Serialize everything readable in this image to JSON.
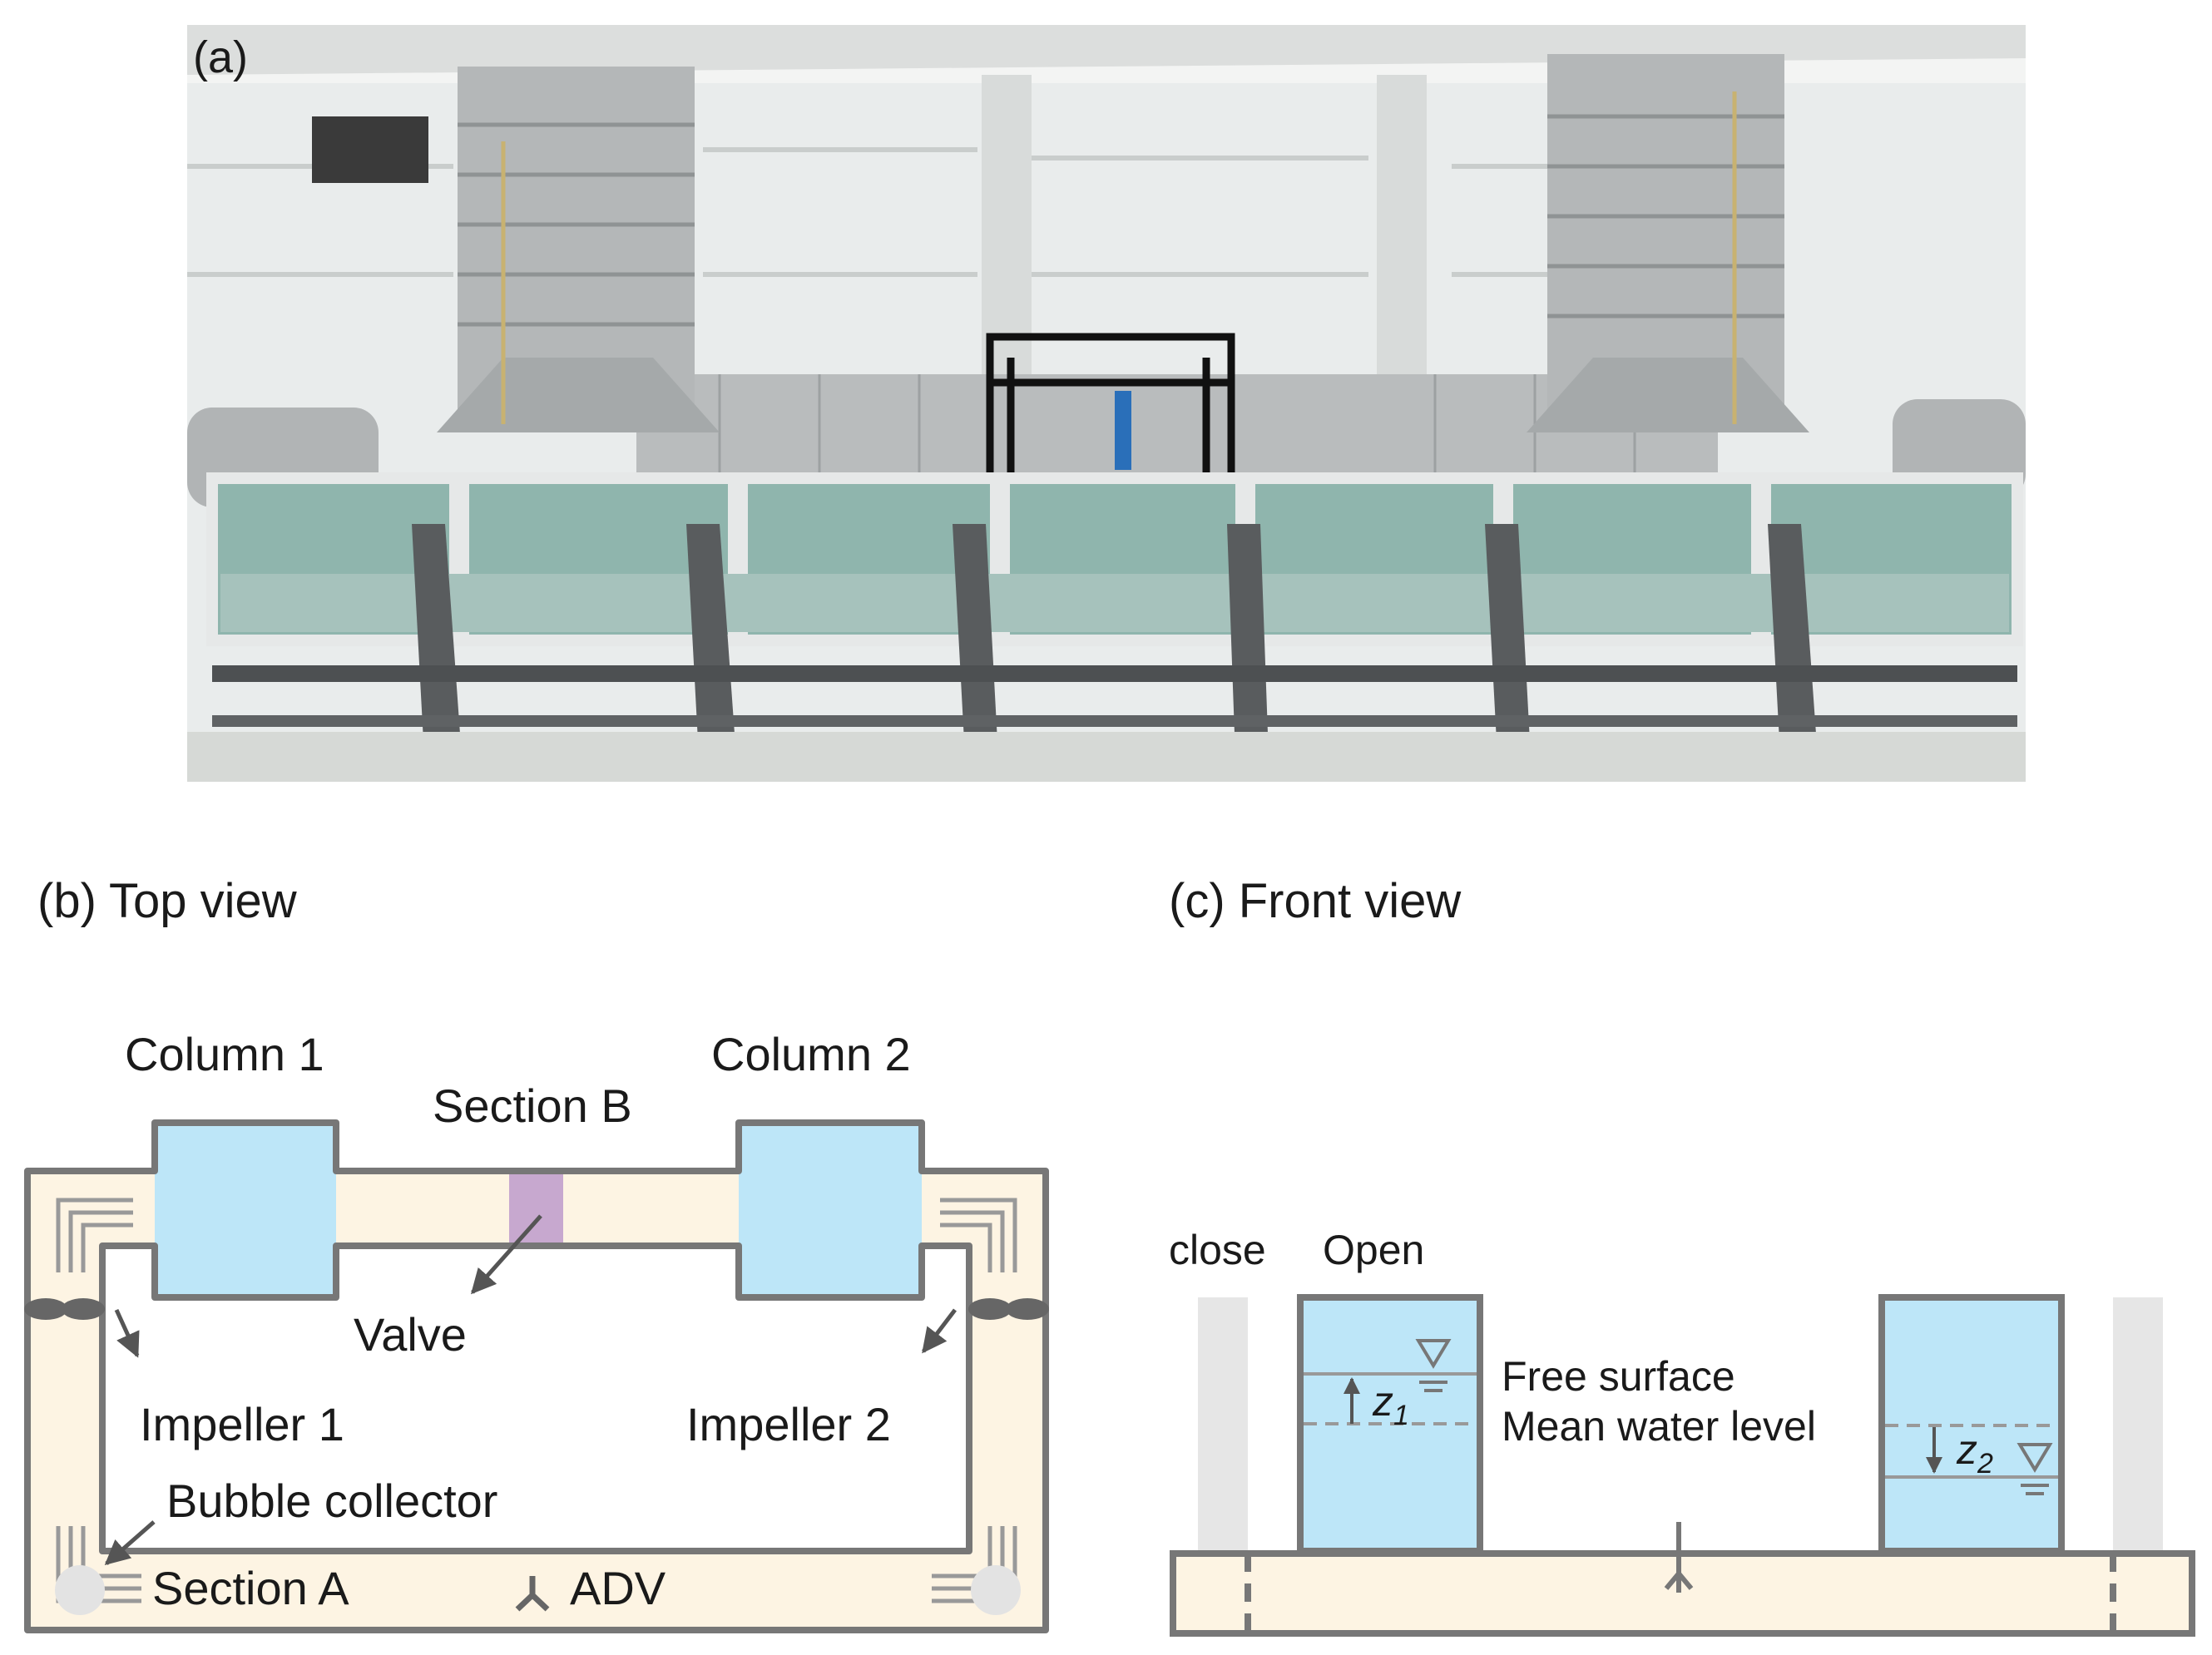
{
  "panel_a": {
    "label": "(a)"
  },
  "panel_b": {
    "label": "(b) Top view",
    "column1": "Column 1",
    "column2": "Column 2",
    "section_b": "Section B",
    "valve": "Valve",
    "impeller1": "Impeller 1",
    "impeller2": "Impeller 2",
    "bubble_collector": "Bubble collector",
    "section_a": "Section A",
    "adv": "ADV"
  },
  "panel_c": {
    "label": "(c) Front view",
    "close": "close",
    "open": "Open",
    "free_surface": "Free surface",
    "mean_water_level": "Mean water level",
    "z1": "z",
    "z1_sub": "1",
    "z2": "z",
    "z2_sub": "2"
  },
  "colors": {
    "water": "#bde6f8",
    "channel": "#fdf4e3",
    "wall": "#777777",
    "valve": "#c7a8cf",
    "closed_gate": "#e6e6e6"
  }
}
